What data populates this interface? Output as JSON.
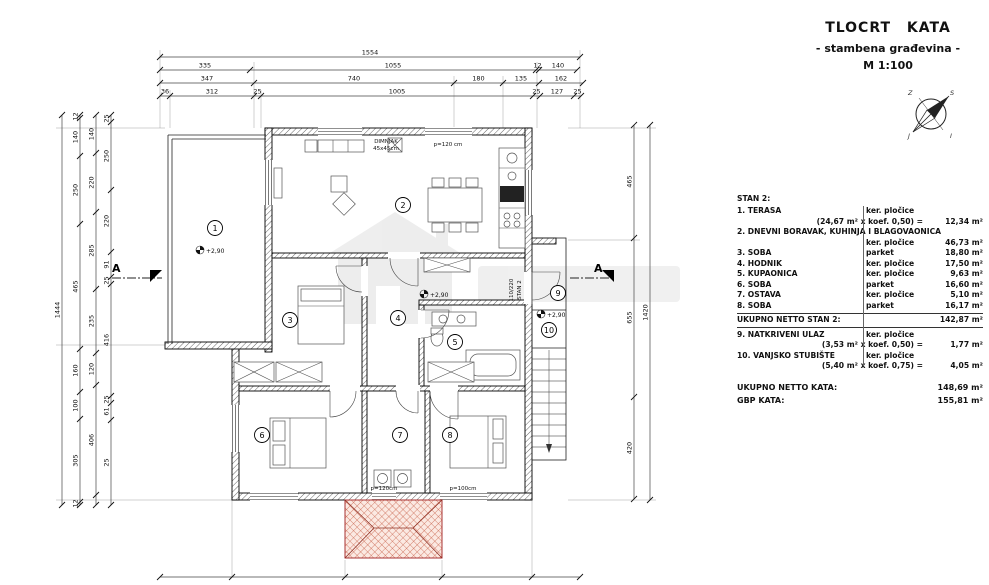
{
  "title_block": {
    "line1": "TLOCRT KATA",
    "line2": "- stambena građevina -",
    "line3": "M 1:100"
  },
  "compass": {
    "north": "S",
    "south": "J",
    "east": "I",
    "west": "Z"
  },
  "legend": {
    "heading": "STAN 2:",
    "rows": [
      {
        "label": "1. TERASA",
        "material": "ker. pločice",
        "formula": "(24,67 m² x koef. 0,50) =",
        "area": "12,34 m²"
      },
      {
        "label": "2. DNEVNI BORAVAK, KUHINJA I BLAGOVAONICA",
        "material": "ker. pločice",
        "area": "46,73 m²"
      },
      {
        "label": "3. SOBA",
        "material": "parket",
        "area": "18,80 m²"
      },
      {
        "label": "4. HODNIK",
        "material": "ker. pločice",
        "area": "17,50 m²"
      },
      {
        "label": "5. KUPAONICA",
        "material": "ker. pločice",
        "area": "9,63 m²"
      },
      {
        "label": "6. SOBA",
        "material": "parket",
        "area": "16,60 m²"
      },
      {
        "label": "7. OSTAVA",
        "material": "ker. pločice",
        "area": "5,10 m²"
      },
      {
        "label": "8. SOBA",
        "material": "parket",
        "area": "16,17 m²"
      }
    ],
    "subtotal_label": "UKUPNO NETTO STAN 2:",
    "subtotal_value": "142,87 m²",
    "extra_rows": [
      {
        "label": "9. NATKRIVENI ULAZ",
        "material": "ker. pločice",
        "formula": "(3,53 m² x koef. 0,50) =",
        "area": "1,77 m²"
      },
      {
        "label": "10. VANJSKO STUBIŠTE",
        "material": "ker. pločice",
        "formula": "(5,40 m² x koef. 0,75) =",
        "area": "4,05 m²"
      }
    ],
    "total_label": "UKUPNO NETTO KATA:",
    "total_value": "148,69 m²",
    "gbp_label": "GBP KATA:",
    "gbp_value": "155,81 m²"
  },
  "plan": {
    "rooms": [
      "1",
      "2",
      "3",
      "4",
      "5",
      "6",
      "7",
      "8",
      "9",
      "10"
    ],
    "labels": {
      "chimney_line1": "DIMNJAK",
      "chimney_line2": "45x45cm",
      "parapet_top": "p=120 cm",
      "parapet_b1": "p=120cm",
      "parapet_b2": "p=100cm",
      "level": "+2,90",
      "entry_door": "110/220",
      "apartment": "STAN 2",
      "section": "A"
    },
    "dims": {
      "t1": [
        "1554"
      ],
      "t2": [
        "335",
        "1055",
        "12",
        "140"
      ],
      "t3": [
        "347",
        "740",
        "180",
        "135",
        "162"
      ],
      "t4": [
        "36",
        "312",
        "25",
        "1005",
        "25",
        "127",
        "25"
      ],
      "l1": [
        "1444"
      ],
      "l2": [
        "12",
        "140",
        "250",
        "465",
        "160",
        "100",
        "305",
        "12"
      ],
      "l3": [
        "140",
        "220",
        "285",
        "235",
        "120",
        "406"
      ],
      "l4": [
        "25",
        "250",
        "220",
        "91",
        "25",
        "416",
        "25",
        "61",
        "25"
      ],
      "r1": [
        "465",
        "655",
        "420"
      ],
      "r2": [
        "1420"
      ]
    }
  }
}
